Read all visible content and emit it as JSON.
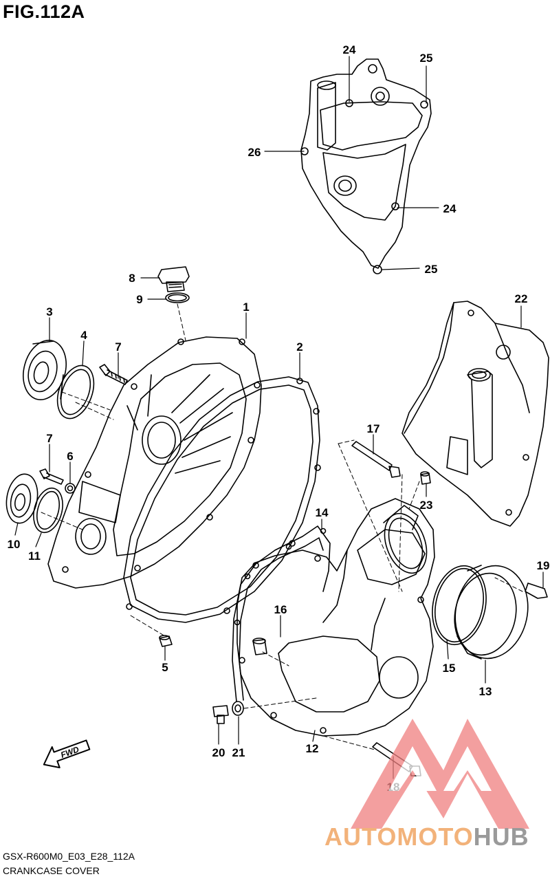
{
  "figure": {
    "title": "FIG.112A",
    "code": "GSX-R600M0_E03_E28_112A",
    "name": "CRANKCASE COVER",
    "fwd_label": "FWD"
  },
  "callouts": [
    "1",
    "2",
    "3",
    "4",
    "5",
    "6",
    "7",
    "7",
    "8",
    "9",
    "10",
    "11",
    "12",
    "13",
    "14",
    "15",
    "16",
    "17",
    "18",
    "19",
    "20",
    "21",
    "22",
    "23",
    "24",
    "24",
    "25",
    "25",
    "26"
  ],
  "watermark": {
    "text_a": "AUTOMOTO",
    "text_b": "HUB",
    "color_accent": "#f2b27a",
    "color_logo": "#ef8080",
    "color_text": "#9a9a9a"
  }
}
